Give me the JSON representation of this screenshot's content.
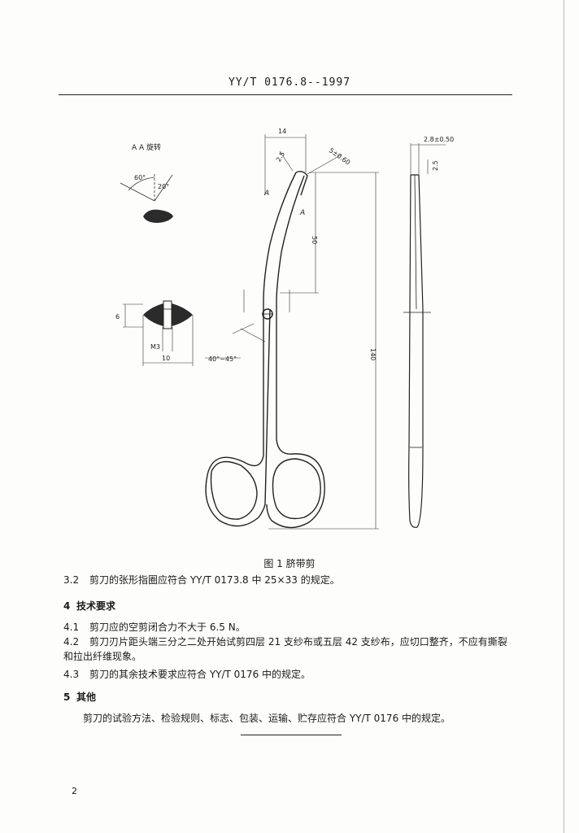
{
  "header": {
    "standard_no": "YY/T 0176.8--1997"
  },
  "figure": {
    "caption": "图 1  脐带剪",
    "section_label": "A  A 旋转",
    "section_marker": "A",
    "dims": {
      "angle_60": "60°",
      "angle_20": "20°",
      "d14": "14",
      "d2_5": "2.5",
      "r": "5±0.60",
      "d50": "50",
      "d140": "140",
      "angle_range": "40°~45°",
      "d6": "6",
      "m3": "M3",
      "d10": "10",
      "t2_8": "2.8±0.50",
      "t2_5": "2.5"
    }
  },
  "body": {
    "p32": {
      "num": "3.2",
      "text": "剪刀的张形指圈应符合 YY/T 0173.8 中 25×33 的规定。"
    },
    "s4": {
      "num": "4",
      "title": "技术要求"
    },
    "p41": {
      "num": "4.1",
      "text": "剪刀应的空剪闭合力不大于 6.5 N。"
    },
    "p42": {
      "num": "4.2",
      "text": "剪刀刃片距头端三分之二处开始试剪四层 21 支纱布或五层 42 支纱布，应切口整齐，不应有撕裂",
      "cont": "和拉出纤维现象。"
    },
    "p43": {
      "num": "4.3",
      "text": "剪刀的其余技术要求应符合 YY/T 0176 中的规定。"
    },
    "s5": {
      "num": "5",
      "title": "其他"
    },
    "p5": {
      "text": "剪刀的试验方法、检验规则、标志、包装、运输、贮存应符合 YY/T 0176 中的规定。"
    }
  },
  "page_number": "2"
}
